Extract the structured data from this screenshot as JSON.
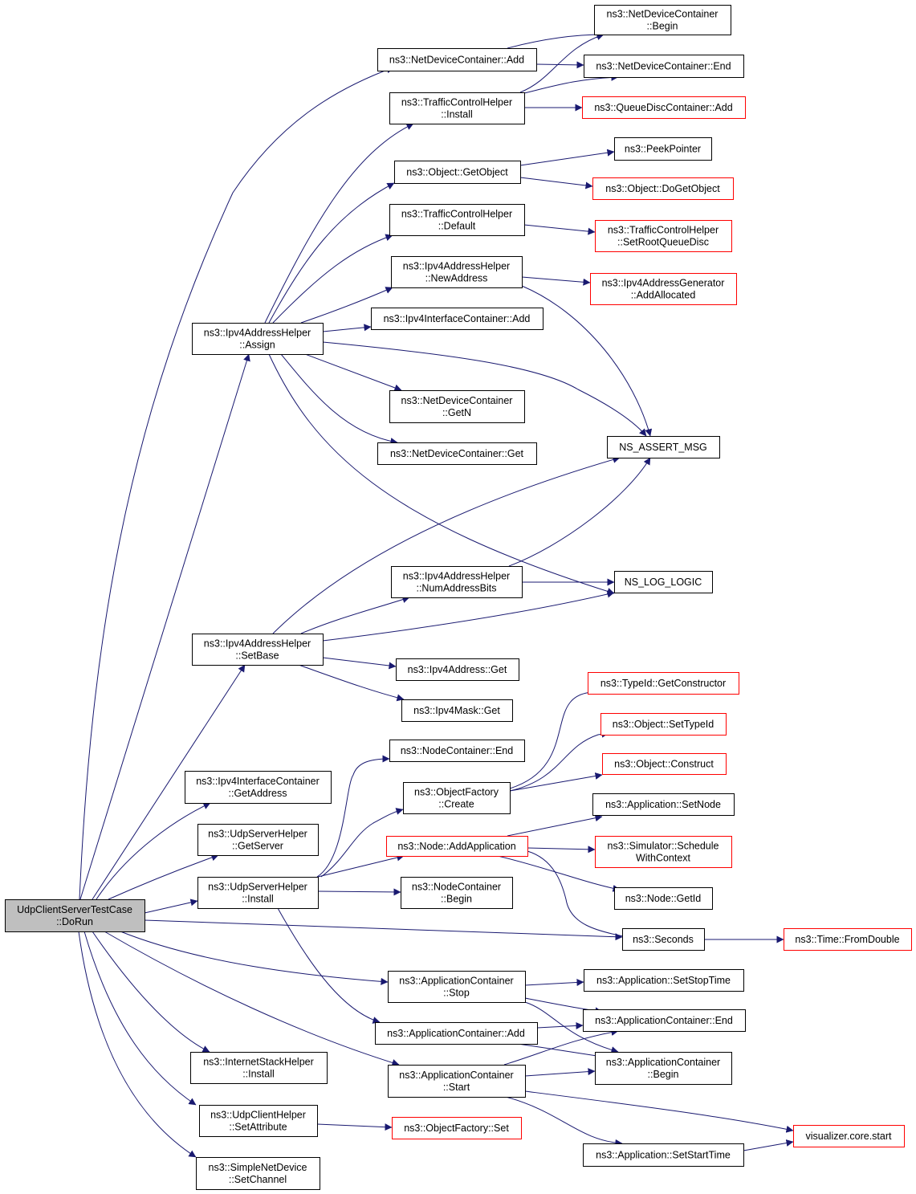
{
  "colors": {
    "node_border": "#000000",
    "truncated_border": "#ff0000",
    "root_fill": "#bfbfbf",
    "node_fill": "#ffffff",
    "edge": "#191970"
  },
  "nodes": [
    {
      "id": "root",
      "lines": [
        "UdpClientServerTestCase",
        "::DoRun"
      ],
      "style": "root"
    },
    {
      "id": "ndc_add",
      "lines": [
        "ns3::NetDeviceContainer::Add"
      ],
      "style": "normal"
    },
    {
      "id": "ndc_begin",
      "lines": [
        "ns3::NetDeviceContainer",
        "::Begin"
      ],
      "style": "normal"
    },
    {
      "id": "ndc_end",
      "lines": [
        "ns3::NetDeviceContainer::End"
      ],
      "style": "normal"
    },
    {
      "id": "tch_install",
      "lines": [
        "ns3::TrafficControlHelper",
        "::Install"
      ],
      "style": "normal"
    },
    {
      "id": "qdc_add",
      "lines": [
        "ns3::QueueDiscContainer::Add"
      ],
      "style": "truncated"
    },
    {
      "id": "obj_getobject",
      "lines": [
        "ns3::Object::GetObject"
      ],
      "style": "normal"
    },
    {
      "id": "peekpointer",
      "lines": [
        "ns3::PeekPointer"
      ],
      "style": "normal"
    },
    {
      "id": "obj_dogetobject",
      "lines": [
        "ns3::Object::DoGetObject"
      ],
      "style": "truncated"
    },
    {
      "id": "tch_default",
      "lines": [
        "ns3::TrafficControlHelper",
        "::Default"
      ],
      "style": "normal"
    },
    {
      "id": "tch_setroot",
      "lines": [
        "ns3::TrafficControlHelper",
        "::SetRootQueueDisc"
      ],
      "style": "truncated"
    },
    {
      "id": "iah_newaddress",
      "lines": [
        "ns3::Ipv4AddressHelper",
        "::NewAddress"
      ],
      "style": "normal"
    },
    {
      "id": "iag_addalloc",
      "lines": [
        "ns3::Ipv4AddressGenerator",
        "::AddAllocated"
      ],
      "style": "truncated"
    },
    {
      "id": "iic_add",
      "lines": [
        "ns3::Ipv4InterfaceContainer::Add"
      ],
      "style": "normal"
    },
    {
      "id": "iah_assign",
      "lines": [
        "ns3::Ipv4AddressHelper",
        "::Assign"
      ],
      "style": "normal"
    },
    {
      "id": "ndc_getn",
      "lines": [
        "ns3::NetDeviceContainer",
        "::GetN"
      ],
      "style": "normal"
    },
    {
      "id": "ns_assert",
      "lines": [
        "NS_ASSERT_MSG"
      ],
      "style": "normal"
    },
    {
      "id": "ndc_get",
      "lines": [
        "ns3::NetDeviceContainer::Get"
      ],
      "style": "normal"
    },
    {
      "id": "iah_numbits",
      "lines": [
        "ns3::Ipv4AddressHelper",
        "::NumAddressBits"
      ],
      "style": "normal"
    },
    {
      "id": "ns_log",
      "lines": [
        "NS_LOG_LOGIC"
      ],
      "style": "normal"
    },
    {
      "id": "iah_setbase",
      "lines": [
        "ns3::Ipv4AddressHelper",
        "::SetBase"
      ],
      "style": "normal"
    },
    {
      "id": "ipv4addr_get",
      "lines": [
        "ns3::Ipv4Address::Get"
      ],
      "style": "normal"
    },
    {
      "id": "ipv4mask_get",
      "lines": [
        "ns3::Ipv4Mask::Get"
      ],
      "style": "normal"
    },
    {
      "id": "typeid_getctor",
      "lines": [
        "ns3::TypeId::GetConstructor"
      ],
      "style": "truncated"
    },
    {
      "id": "obj_settypeid",
      "lines": [
        "ns3::Object::SetTypeId"
      ],
      "style": "truncated"
    },
    {
      "id": "nc_end",
      "lines": [
        "ns3::NodeContainer::End"
      ],
      "style": "normal"
    },
    {
      "id": "obj_construct",
      "lines": [
        "ns3::Object::Construct"
      ],
      "style": "truncated"
    },
    {
      "id": "iic_getaddress",
      "lines": [
        "ns3::Ipv4InterfaceContainer",
        "::GetAddress"
      ],
      "style": "normal"
    },
    {
      "id": "of_create",
      "lines": [
        "ns3::ObjectFactory",
        "::Create"
      ],
      "style": "normal"
    },
    {
      "id": "app_setnode",
      "lines": [
        "ns3::Application::SetNode"
      ],
      "style": "normal"
    },
    {
      "id": "ush_getserver",
      "lines": [
        "ns3::UdpServerHelper",
        "::GetServer"
      ],
      "style": "normal"
    },
    {
      "id": "node_addapp",
      "lines": [
        "ns3::Node::AddApplication"
      ],
      "style": "truncated"
    },
    {
      "id": "sim_schedule",
      "lines": [
        "ns3::Simulator::Schedule",
        "WithContext"
      ],
      "style": "truncated"
    },
    {
      "id": "ush_install",
      "lines": [
        "ns3::UdpServerHelper",
        "::Install"
      ],
      "style": "normal"
    },
    {
      "id": "nc_begin",
      "lines": [
        "ns3::NodeContainer",
        "::Begin"
      ],
      "style": "normal"
    },
    {
      "id": "node_getid",
      "lines": [
        "ns3::Node::GetId"
      ],
      "style": "normal"
    },
    {
      "id": "seconds",
      "lines": [
        "ns3::Seconds"
      ],
      "style": "normal"
    },
    {
      "id": "time_fromdouble",
      "lines": [
        "ns3::Time::FromDouble"
      ],
      "style": "truncated"
    },
    {
      "id": "ac_stop",
      "lines": [
        "ns3::ApplicationContainer",
        "::Stop"
      ],
      "style": "normal"
    },
    {
      "id": "app_setstoptime",
      "lines": [
        "ns3::Application::SetStopTime"
      ],
      "style": "normal"
    },
    {
      "id": "ac_add",
      "lines": [
        "ns3::ApplicationContainer::Add"
      ],
      "style": "normal"
    },
    {
      "id": "ac_end",
      "lines": [
        "ns3::ApplicationContainer::End"
      ],
      "style": "normal"
    },
    {
      "id": "ish_install",
      "lines": [
        "ns3::InternetStackHelper",
        "::Install"
      ],
      "style": "normal"
    },
    {
      "id": "ac_start",
      "lines": [
        "ns3::ApplicationContainer",
        "::Start"
      ],
      "style": "normal"
    },
    {
      "id": "ac_begin",
      "lines": [
        "ns3::ApplicationContainer",
        "::Begin"
      ],
      "style": "normal"
    },
    {
      "id": "uch_setattr",
      "lines": [
        "ns3::UdpClientHelper",
        "::SetAttribute"
      ],
      "style": "normal"
    },
    {
      "id": "of_set",
      "lines": [
        "ns3::ObjectFactory::Set"
      ],
      "style": "truncated"
    },
    {
      "id": "viz_start",
      "lines": [
        "visualizer.core.start"
      ],
      "style": "truncated"
    },
    {
      "id": "app_setstarttime",
      "lines": [
        "ns3::Application::SetStartTime"
      ],
      "style": "normal"
    },
    {
      "id": "snd_setchannel",
      "lines": [
        "ns3::SimpleNetDevice",
        "::SetChannel"
      ],
      "style": "normal"
    }
  ]
}
